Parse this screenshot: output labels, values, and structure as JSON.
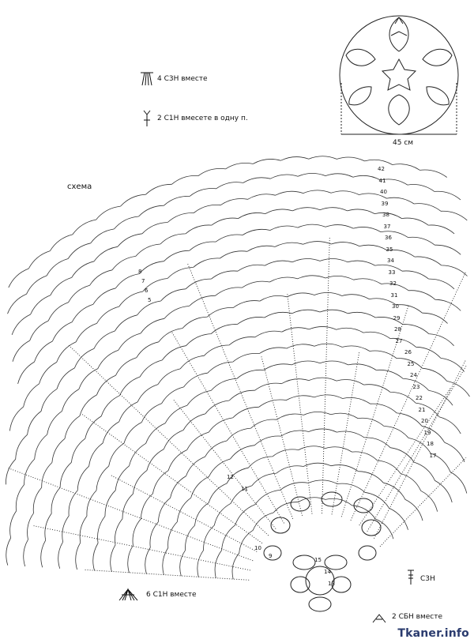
{
  "diagram": {
    "title": "схема",
    "dimension_label": "45 см",
    "legend": {
      "item1": "4 С3Н вместе",
      "item2": "2 С1Н вмесете в одну п.",
      "item3": "6 С1Н вместе",
      "item4": "С3Н",
      "item5": "2 СБН вместе"
    },
    "row_numbers_right": [
      "42",
      "41",
      "40",
      "39",
      "38",
      "37",
      "36",
      "35",
      "34",
      "33",
      "32",
      "31",
      "30",
      "29",
      "28",
      "27",
      "26",
      "25",
      "24",
      "23",
      "22",
      "21",
      "20",
      "19",
      "18",
      "17"
    ],
    "row_numbers_left": [
      "8",
      "7",
      "6",
      "5"
    ],
    "row_numbers_bottom": [
      "12",
      "11",
      "10",
      "9",
      "15",
      "14",
      "13"
    ],
    "watermark": "Tkaner.info"
  }
}
